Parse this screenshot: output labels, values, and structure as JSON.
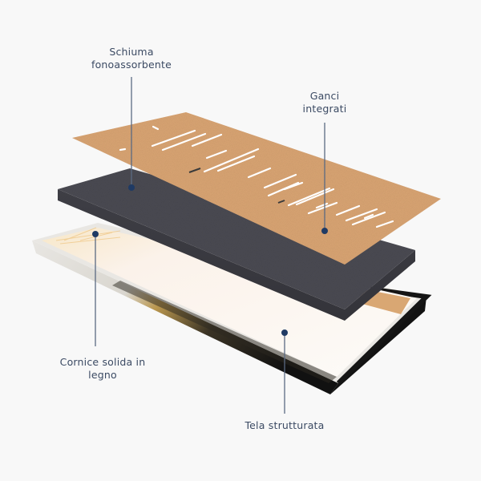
{
  "diagram": {
    "type": "exploded-layer-view",
    "subject": "acoustic canvas panel",
    "colors": {
      "background": "#f8f8f8",
      "label_text": "#3b4a63",
      "leader_line": "#5a6a82",
      "marker_dot": "#1f3a64",
      "kraft_board": "#dca778",
      "foam": "#4a4a52",
      "canvas": "#fbf7f3",
      "frame_black": "#151515"
    },
    "labels": [
      {
        "id": "foam",
        "line1": "Schiuma",
        "line2": "fonoassorbente"
      },
      {
        "id": "hooks",
        "line1": "Ganci",
        "line2": "integrati"
      },
      {
        "id": "frame",
        "line1": "Cornice solida in",
        "line2": "legno"
      },
      {
        "id": "canvas",
        "line1": "Tela strutturata",
        "line2": ""
      }
    ],
    "layers": [
      {
        "order": 1,
        "name": "kraft back board with hanging slots"
      },
      {
        "order": 2,
        "name": "acoustic foam panel"
      },
      {
        "order": 3,
        "name": "wooden frame with printed canvas"
      }
    ]
  }
}
